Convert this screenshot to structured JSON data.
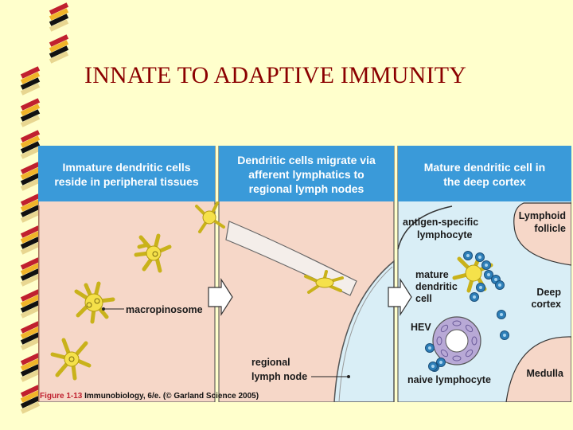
{
  "slide": {
    "title": "INNATE TO ADAPTIVE IMMUNITY"
  },
  "colors": {
    "background": "#FFFFCC",
    "title": "#8B0000",
    "panel_header": "#3A9AD9",
    "tissue": "#F6D7C8",
    "lymph_node": "#D9EEF6",
    "cell": "#F5E14A",
    "lymphocyte": "#2E7FB8"
  },
  "figure": {
    "panels": [
      {
        "header_lines": [
          "Immature dendritic cells",
          "reside in peripheral tissues"
        ],
        "labels": {
          "macropinosome": "macropinosome"
        }
      },
      {
        "header_lines": [
          "Dendritic cells migrate via",
          "afferent lymphatics to",
          "regional lymph nodes"
        ],
        "labels": {
          "regional": "regional",
          "lymph_node": "lymph node"
        }
      },
      {
        "header_lines": [
          "Mature dendritic cell in",
          "the deep cortex"
        ],
        "labels": {
          "antigen_1": "antigen-specific",
          "antigen_2": "lymphocyte",
          "follicle_1": "Lymphoid",
          "follicle_2": "follicle",
          "mature_1": "mature",
          "mature_2": "dendritic",
          "mature_3": "cell",
          "deep_1": "Deep",
          "deep_2": "cortex",
          "hev": "HEV",
          "medulla": "Medulla",
          "naive": "naive lymphocyte"
        }
      }
    ],
    "caption": {
      "prefix": "Figure 1-13",
      "text": "Immunobiology, 6/e. (© Garland Science 2005)"
    }
  }
}
